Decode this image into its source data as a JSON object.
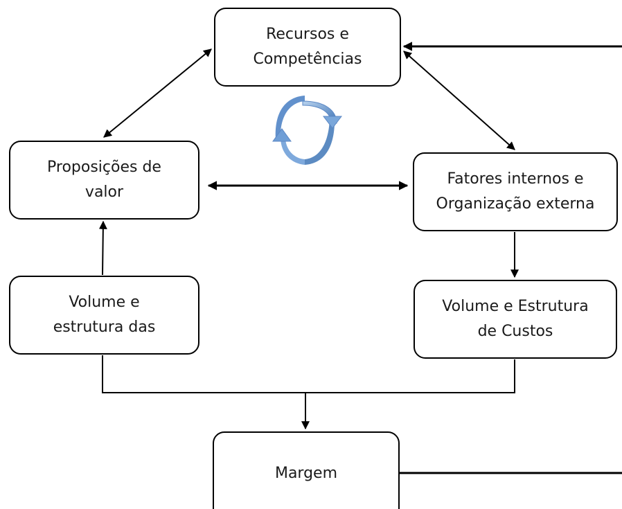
{
  "nodes": {
    "recursos": "Recursos e\nCompetências",
    "proposicoes": "Proposições de\nvalor",
    "fatores": "Fatores internos e\nOrganização externa",
    "volume_estrutura": "Volume e\nestrutura das",
    "custos": "Volume e Estrutura\nde Custos",
    "margem": "Margem"
  },
  "icons": {
    "cycle": "circular-refresh-arrows"
  },
  "colors": {
    "line": "#000000",
    "cycle_light": "#9dc3e6",
    "cycle_dark": "#4a7ebb"
  }
}
